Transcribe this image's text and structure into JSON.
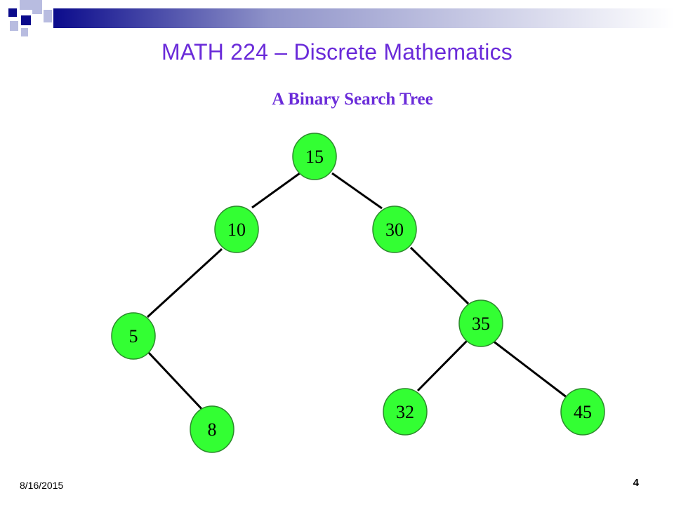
{
  "slide": {
    "title": "MATH 224 – Discrete Mathematics",
    "heading": "A Binary Search Tree",
    "date": "8/16/2015",
    "page_number": "4"
  },
  "colors": {
    "title": "#6a2bd9",
    "node_fill": "#33ff33",
    "node_stroke": "#2b8a2b",
    "edge": "#000000",
    "decor_dark": "#0b0b8c",
    "decor_light": "#b8bce0"
  },
  "tree": {
    "nodes": [
      {
        "id": "15",
        "label": "15"
      },
      {
        "id": "10",
        "label": "10"
      },
      {
        "id": "30",
        "label": "30"
      },
      {
        "id": "5",
        "label": "5"
      },
      {
        "id": "35",
        "label": "35"
      },
      {
        "id": "8",
        "label": "8"
      },
      {
        "id": "32",
        "label": "32"
      },
      {
        "id": "45",
        "label": "45"
      }
    ],
    "edges": [
      {
        "from": "15",
        "to": "10"
      },
      {
        "from": "15",
        "to": "30"
      },
      {
        "from": "10",
        "to": "5"
      },
      {
        "from": "5",
        "to": "8"
      },
      {
        "from": "30",
        "to": "35"
      },
      {
        "from": "35",
        "to": "32"
      },
      {
        "from": "35",
        "to": "45"
      }
    ]
  }
}
